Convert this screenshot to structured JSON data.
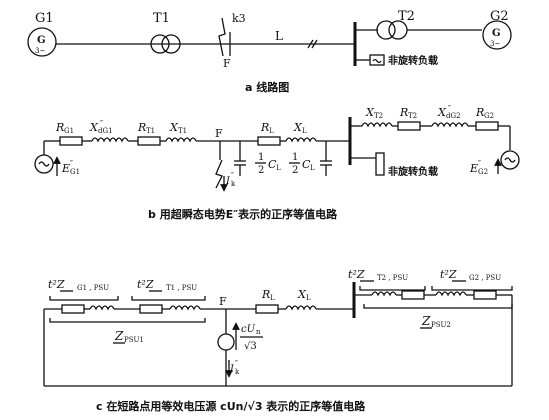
{
  "part_a": {
    "g1": "G1",
    "g1_symbol": "G",
    "g1_sub": "3~",
    "t1": "T1",
    "k3": "k3",
    "f": "F",
    "line": "L",
    "t2": "T2",
    "g2": "G2",
    "g2_symbol": "G",
    "g2_sub": "3~",
    "load": "非旋转负载",
    "caption": "a 线路图"
  },
  "part_b": {
    "rg1": "R",
    "rg1_sub": "G1",
    "xdg1": "X",
    "xdg1_sub": "dG1",
    "xdg1_sup": "″",
    "rt1": "R",
    "rt1_sub": "T1",
    "xt1": "X",
    "xt1_sub": "T1",
    "f": "F",
    "rl": "R",
    "rl_sub": "L",
    "xl": "X",
    "xl_sub": "L",
    "cap_num": "1",
    "cap_den": "2",
    "cap_c": "C",
    "cap_sub": "L",
    "xt2": "X",
    "xt2_sub": "T2",
    "rt2": "R",
    "rt2_sub": "T2",
    "xdg2": "X",
    "xdg2_sub": "dG2",
    "xdg2_sup": "″",
    "rg2": "R",
    "rg2_sub": "G2",
    "eg1": "E",
    "eg1_sub": "G1",
    "eg1_sup": "″",
    "eg2": "E",
    "eg2_sub": "G2",
    "eg2_sup": "″",
    "ik": "I",
    "ik_sub": "k",
    "ik_sup": "″",
    "load": "非旋转负载",
    "caption": "b 用超瞬态电势E″表示的正序等值电路"
  },
  "part_c": {
    "zg1": "t²Z",
    "zg1_sub": "G1 , PSU",
    "zt1": "t²Z",
    "zt1_sub": "T1 , PSU",
    "f": "F",
    "rl": "R",
    "rl_sub": "L",
    "xl": "X",
    "xl_sub": "L",
    "zt2": "t²Z",
    "zt2_sub": "T2 , PSU",
    "zg2": "t²Z",
    "zg2_sub": "G2 , PSU",
    "zpsu1": "Z",
    "zpsu1_sub": "PSU1",
    "zpsu2": "Z",
    "zpsu2_sub": "PSU2",
    "src_num": "cU",
    "src_num_sub": "n",
    "src_den": "√3",
    "ik": "I",
    "ik_sub": "k",
    "ik_sup": "″",
    "caption": "c 在短路点用等效电压源 cUn/√3 表示的正序等值电路"
  },
  "colors": {
    "ink": "#111111",
    "background": "#ffffff"
  }
}
